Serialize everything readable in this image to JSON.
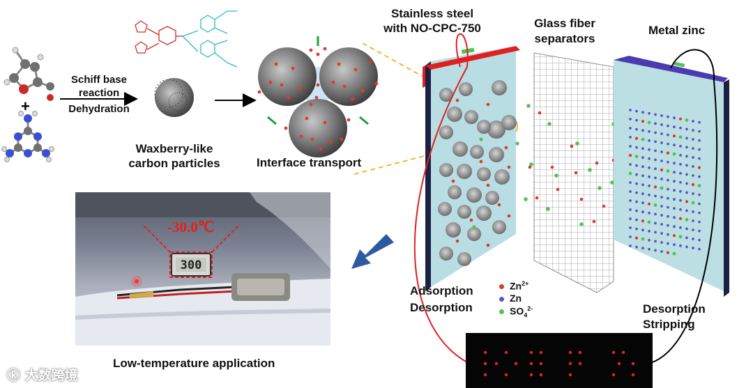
{
  "labels": {
    "schiff_line1": "Schiff base",
    "schiff_line2": "reaction",
    "dehydration": "Dehydration",
    "waxberry_line1": "Waxberry-like",
    "waxberry_line2": "carbon particles",
    "interface": "Interface transport",
    "stainless_line1": "Stainless steel",
    "stainless_line2": "with NO-CPC-750",
    "glass_line1": "Glass fiber",
    "glass_line2": "separators",
    "metal_zinc": "Metal zinc",
    "adsorption": "Adsorption",
    "desorption_left": "Desorption",
    "desorption_right": "Desorption",
    "stripping": "Stripping",
    "low_temp": "Low-temperature application",
    "temperature": "-30.0℃",
    "lcd": "300",
    "watermark": "大数跨境"
  },
  "legend": [
    {
      "text": "Zn2+",
      "color": "#d83a2e"
    },
    {
      "text": "Zn",
      "color": "#5a55c8"
    },
    {
      "text": "SO42-",
      "color": "#52c152"
    }
  ],
  "colors": {
    "red_current_collector": "#e02020",
    "blue_zinc_edge": "#4a3cb0",
    "panel": "#b8dde3",
    "arrow_green": "#1f9e3a",
    "arrow_blue": "#2c5aa0",
    "dashed_orange": "#f0b020"
  }
}
